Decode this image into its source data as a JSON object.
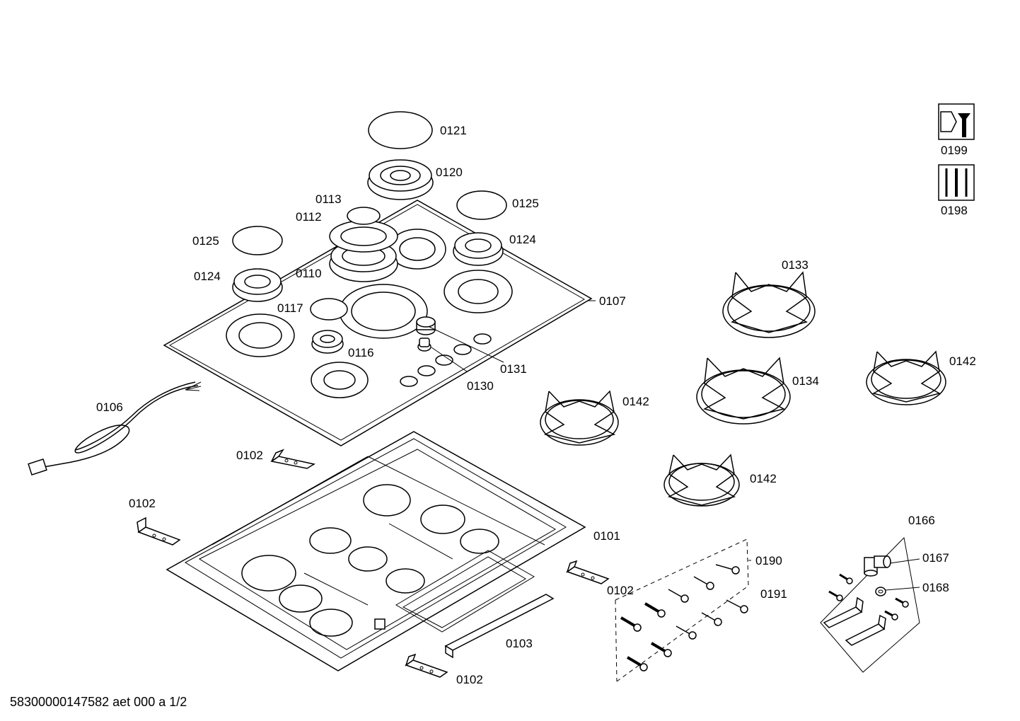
{
  "footer": {
    "document_code": "58300000147582 aet 000 a 1/2"
  },
  "part_labels": {
    "p0121": "0121",
    "p0120": "0120",
    "p0113": "0113",
    "p0112": "0112",
    "p0125_left": "0125",
    "p0125_right": "0125",
    "p0124_left": "0124",
    "p0124_right": "0124",
    "p0110": "0110",
    "p0117": "0117",
    "p0116": "0116",
    "p0107": "0107",
    "p0131": "0131",
    "p0130": "0130",
    "p0106": "0106",
    "p0133": "0133",
    "p0134": "0134",
    "p0142_a": "0142",
    "p0142_b": "0142",
    "p0142_c": "0142",
    "p0102_a": "0102",
    "p0102_b": "0102",
    "p0102_c": "0102",
    "p0102_d": "0102",
    "p0101": "0101",
    "p0103": "0103",
    "p0190": "0190",
    "p0191": "0191",
    "p0166": "0166",
    "p0167": "0167",
    "p0168": "0168",
    "p0199": "0199",
    "p0198": "0198"
  },
  "icons": {
    "service_tool": "wrench-nut-icon",
    "screw_set": "screw-set-icon"
  }
}
